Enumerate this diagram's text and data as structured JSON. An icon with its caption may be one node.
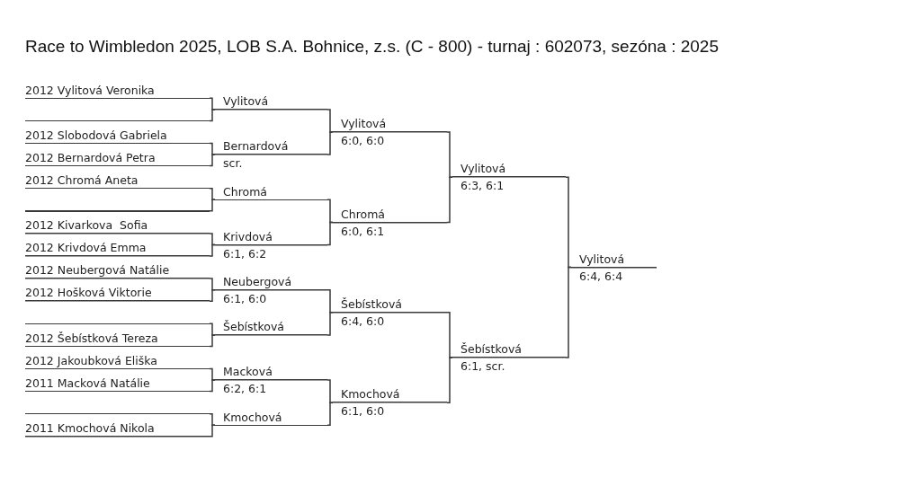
{
  "diagram": {
    "title": "Race to Wimbledon 2025, LOB S.A. Bohnice, z.s. (C - 800) - turnaj : 602073, sezóna : 2025",
    "nodes": [
      {
        "text": [
          "2012 Vylitová Veronika"
        ]
      },
      {
        "text": [],
        "shape": "line"
      },
      {
        "text": [
          "2012 Slobodová Gabriela"
        ]
      },
      {
        "text": [
          "2012 Bernardová Petra"
        ]
      },
      {
        "text": [
          "2012 Chromá Aneta"
        ]
      },
      {
        "text": [],
        "shape": "line"
      },
      {
        "text": [
          "2012 Kivarkova  Sofia"
        ]
      },
      {
        "text": [
          "2012 Krivdová Emma"
        ]
      },
      {
        "text": [
          "2012 Neubergová Natálie"
        ]
      },
      {
        "text": [
          "2012 Hošková Viktorie"
        ]
      },
      {
        "text": [],
        "shape": "line"
      },
      {
        "text": [
          "2012 Šebístková Tereza"
        ]
      },
      {
        "text": [
          "2012 Jakoubková Eliška"
        ]
      },
      {
        "text": [
          "2011 Macková Natálie"
        ]
      },
      {
        "text": [],
        "shape": "line"
      },
      {
        "text": [
          "2011 Kmochová Nikola"
        ]
      },
      {
        "text": [
          "Vylitová"
        ]
      },
      {
        "text": [
          "Bernardová",
          "scr."
        ]
      },
      {
        "text": [
          "Chromá"
        ]
      },
      {
        "text": [
          "Krivdová",
          "6:1, 6:2"
        ]
      },
      {
        "text": [
          "Neubergová",
          "6:1, 6:0"
        ]
      },
      {
        "text": [
          "Šebístková"
        ]
      },
      {
        "text": [
          "Macková",
          "6:2, 6:1"
        ]
      },
      {
        "text": [
          "Kmochová"
        ]
      },
      {
        "text": [
          "Vylitová",
          "6:0, 6:0"
        ]
      },
      {
        "text": [
          "Chromá",
          "6:0, 6:1"
        ]
      },
      {
        "text": [
          "Šebístková",
          "6:4, 6:0"
        ]
      },
      {
        "text": [
          "Kmochová",
          "6:1, 6:0"
        ]
      },
      {
        "text": [
          "Vylitová",
          "6:3, 6:1"
        ]
      },
      {
        "text": [
          "Šebístková",
          "6:1, scr."
        ]
      },
      {
        "text": [
          "Vylitová",
          "6:4, 6:4"
        ]
      }
    ],
    "edges": [
      {
        "from": 0,
        "to": 16,
        "arrow": "none"
      },
      {
        "from": 1,
        "to": 16,
        "arrow": "none"
      },
      {
        "from": 2,
        "to": 17,
        "arrow": "none"
      },
      {
        "from": 3,
        "to": 17,
        "arrow": "none"
      },
      {
        "from": 4,
        "to": 18,
        "arrow": "none"
      },
      {
        "from": 5,
        "to": 18,
        "arrow": "none"
      },
      {
        "from": 6,
        "to": 19,
        "arrow": "none"
      },
      {
        "from": 7,
        "to": 19,
        "arrow": "none"
      },
      {
        "from": 8,
        "to": 20,
        "arrow": "none"
      },
      {
        "from": 9,
        "to": 20,
        "arrow": "none"
      },
      {
        "from": 10,
        "to": 21,
        "arrow": "none"
      },
      {
        "from": 11,
        "to": 21,
        "arrow": "none"
      },
      {
        "from": 12,
        "to": 22,
        "arrow": "none"
      },
      {
        "from": 13,
        "to": 22,
        "arrow": "none"
      },
      {
        "from": 14,
        "to": 23,
        "arrow": "none"
      },
      {
        "from": 15,
        "to": 23,
        "arrow": "none"
      },
      {
        "from": 16,
        "to": 24,
        "arrow": "none"
      },
      {
        "from": 17,
        "to": 24,
        "arrow": "none"
      },
      {
        "from": 18,
        "to": 25,
        "arrow": "none"
      },
      {
        "from": 19,
        "to": 25,
        "arrow": "none"
      },
      {
        "from": 20,
        "to": 26,
        "arrow": "none"
      },
      {
        "from": 21,
        "to": 26,
        "arrow": "none"
      },
      {
        "from": 22,
        "to": 27,
        "arrow": "none"
      },
      {
        "from": 23,
        "to": 27,
        "arrow": "none"
      },
      {
        "from": 24,
        "to": 28,
        "arrow": "none"
      },
      {
        "from": 25,
        "to": 28,
        "arrow": "none"
      },
      {
        "from": 26,
        "to": 29,
        "arrow": "none"
      },
      {
        "from": 27,
        "to": 29,
        "arrow": "none"
      },
      {
        "from": 28,
        "to": 30,
        "arrow": "none"
      },
      {
        "from": 29,
        "to": 30,
        "arrow": "none"
      }
    ]
  }
}
